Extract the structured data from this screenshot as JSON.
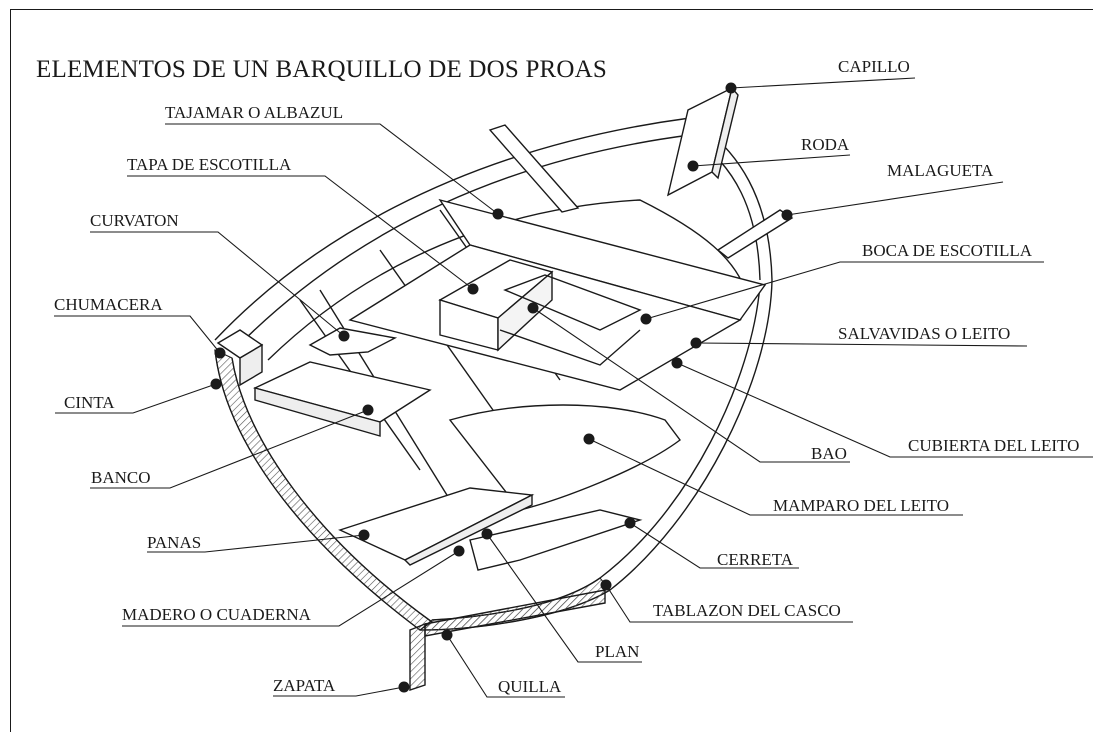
{
  "title": "ELEMENTOS DE UN BARQUILLO DE DOS PROAS",
  "labels": {
    "capillo": "CAPILLO",
    "tajamar": "TAJAMAR O ALBAZUL",
    "roda": "RODA",
    "tapa_escotilla": "TAPA DE ESCOTILLA",
    "malagueta": "MALAGUETA",
    "curvaton": "CURVATON",
    "boca_escotilla": "BOCA DE ESCOTILLA",
    "chumacera": "CHUMACERA",
    "salvavidas": "SALVAVIDAS O LEITO",
    "cinta": "CINTA",
    "cubierta_leito": "CUBIERTA DEL LEITO",
    "bao": "BAO",
    "banco": "BANCO",
    "mamparo": "MAMPARO DEL LEITO",
    "panas": "PANAS",
    "cerreta": "CERRETA",
    "madero": "MADERO O CUADERNA",
    "tablazon": "TABLAZON DEL CASCO",
    "plan": "PLAN",
    "zapata": "ZAPATA",
    "quilla": "QUILLA"
  },
  "colors": {
    "ink": "#1a1a1a",
    "paper": "#ffffff",
    "hatch": "#555555"
  }
}
